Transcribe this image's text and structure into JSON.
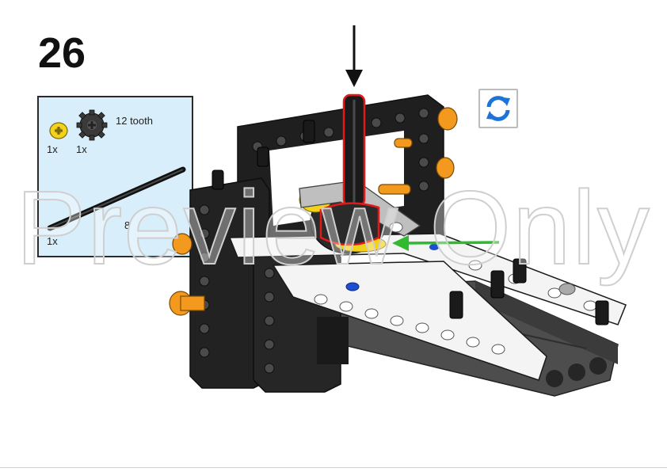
{
  "step": {
    "number": "26"
  },
  "parts": {
    "gear": {
      "label": "12 tooth",
      "qty": "1x"
    },
    "bush": {
      "qty": "1x"
    },
    "axle": {
      "length": "8",
      "qty": "1x"
    }
  },
  "watermark": {
    "text": "Preview Only"
  },
  "icons": {
    "rotate": "rotate-model-icon",
    "down_arrow": "insert-down-arrow",
    "left_arrow": "insert-left-arrow"
  },
  "colors": {
    "parts_bg": "#d8eefb",
    "frame": "#1f1f1f",
    "beam_white": "#f4f4f4",
    "pin_orange": "#f39a1e",
    "bush_yellow": "#f3d21c",
    "axle_red_outline": "#e11919",
    "green_arrow": "#2fba2f",
    "rotate_blue": "#1e73d8"
  }
}
